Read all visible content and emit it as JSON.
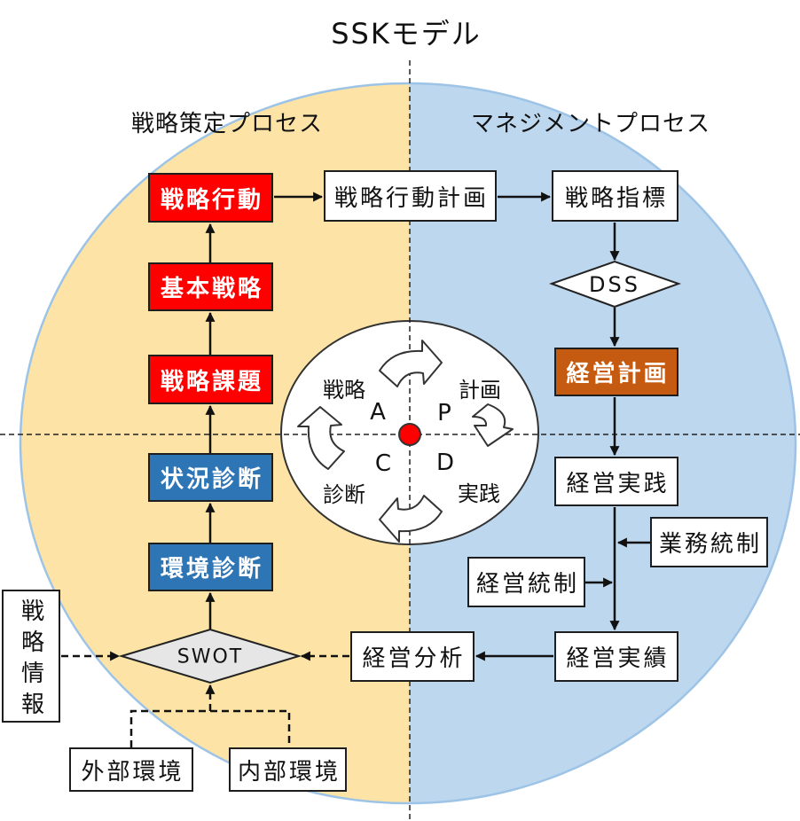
{
  "title": "SSKモデル",
  "sections": {
    "strategy_process": "戦略策定プロセス",
    "management_process": "マネジメントプロセス"
  },
  "strategy_column": {
    "strategic_action": "戦略行動",
    "basic_strategy": "基本戦略",
    "strategic_issues": "戦略課題",
    "situation_diagnosis": "状況診断",
    "environment_diagnosis": "環境診断"
  },
  "analysis": {
    "swot": "SWOT",
    "strategic_information": "戦略情報",
    "external_environment": "外部環境",
    "internal_environment": "内部環境",
    "management_analysis": "経営分析"
  },
  "management_column": {
    "strategic_action_plan": "戦略行動計画",
    "strategic_indicators": "戦略指標",
    "dss": "DSS",
    "management_plan": "経営計画",
    "management_practice": "経営実践",
    "business_control": "業務統制",
    "management_control": "経営統制",
    "management_results": "経営実績"
  },
  "cycle": {
    "strategy_label": "戦略",
    "a": "A",
    "plan_label": "計画",
    "p": "P",
    "c": "C",
    "d": "D",
    "diagnosis_label": "診断",
    "practice_label": "実践"
  },
  "colors": {
    "strategy_half": "#FDE4A6",
    "management_half": "#BDD7EE",
    "outer_outline": "#9DC3E6",
    "strategy_box": "#FF0000",
    "diagnosis_box": "#2E75B6",
    "plan_box": "#C55A11",
    "swot_fill": "#E7E6E6",
    "cycle_center": "#FF0000"
  }
}
